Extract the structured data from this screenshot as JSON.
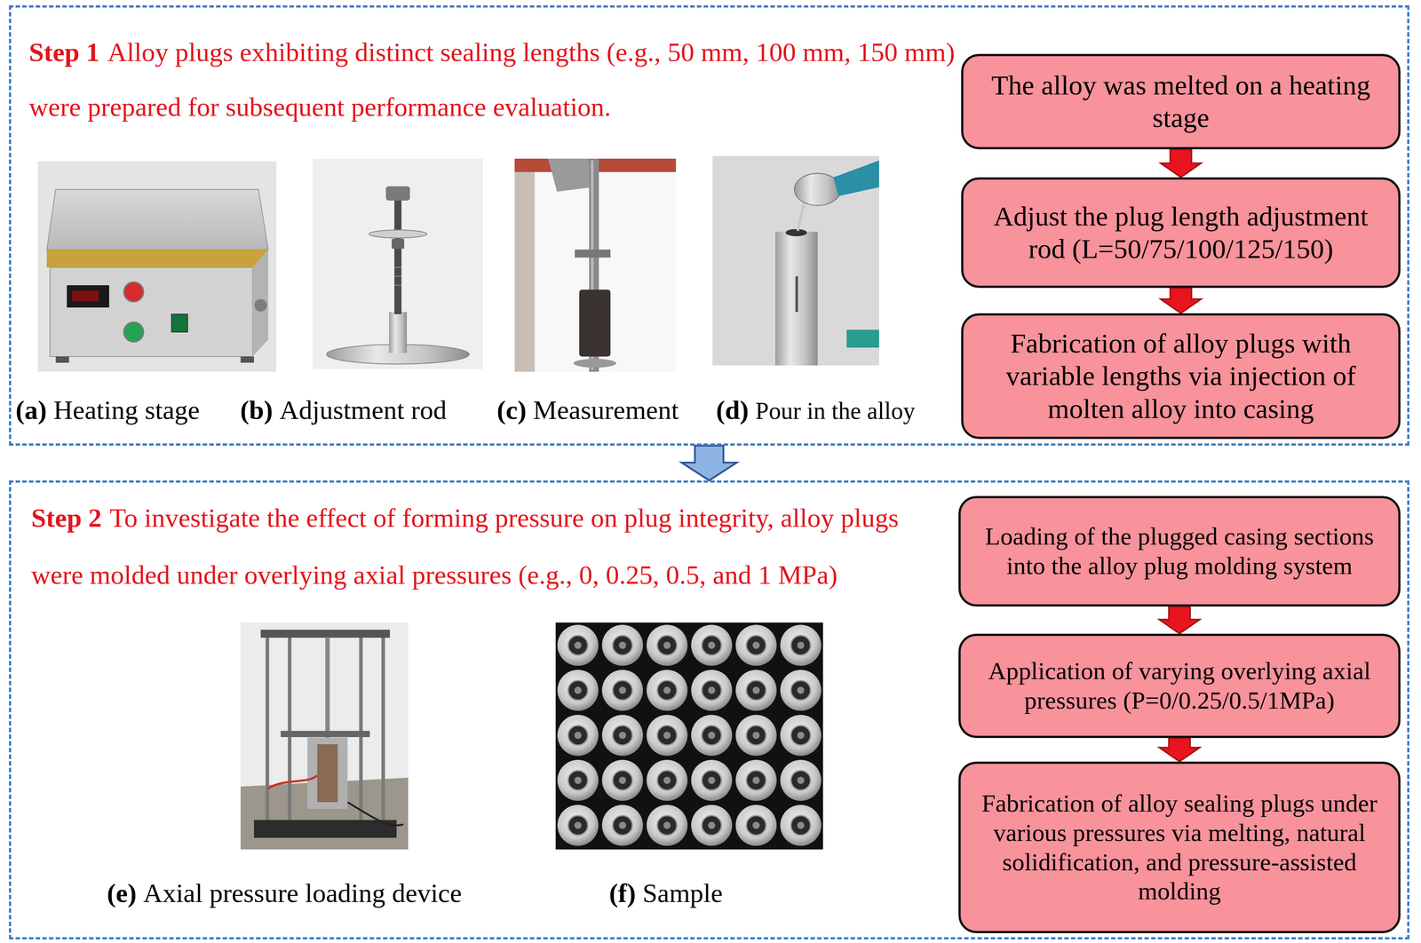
{
  "diagram": {
    "nodes": [
      {
        "text": [
          "Step 1",
          "Alloy plugs exhibiting distinct sealing lengths (e.g., 50 mm, 100 mm, 150 mm) were prepared for subsequent performance evaluation."
        ]
      },
      {
        "text": [
          "The alloy was melted on a heating stage"
        ],
        "in": 0
      },
      {
        "text": [
          "Adjust the plug length adjustment rod (L=50/75/100/125/150)"
        ],
        "in": 0
      },
      {
        "text": [
          "Fabrication of alloy plugs with variable lengths via injection of molten alloy into casing"
        ],
        "in": 0
      },
      {
        "text": [
          "Step 2",
          "To investigate the effect of forming pressure on plug integrity, alloy plugs were molded under overlying axial pressures (e.g., 0, 0.25, 0.5, and 1 MPa)"
        ]
      },
      {
        "text": [
          "Loading of the plugged casing sections into the alloy plug molding system"
        ],
        "in": 4
      },
      {
        "text": [
          "Application of varying overlying axial pressures (P=0/0.25/0.5/1MPa)"
        ],
        "in": 4
      },
      {
        "text": [
          "Fabrication of alloy sealing plugs under various pressures via melting, natural solidification, and pressure-assisted molding"
        ],
        "in": 4
      }
    ],
    "edges": [
      {
        "from": 0,
        "to": 4,
        "arrow": "to"
      },
      {
        "from": 1,
        "to": 2,
        "arrow": "to"
      },
      {
        "from": 2,
        "to": 3,
        "arrow": "to"
      },
      {
        "from": 5,
        "to": 6,
        "arrow": "to"
      },
      {
        "from": 6,
        "to": 7,
        "arrow": "to"
      }
    ],
    "labels": [
      "(a)",
      "Heating stage",
      "(b)",
      "Adjustment rod",
      "(c)",
      "Measurement",
      "(d)",
      "Pour in the alloy",
      "(e)",
      "Axial pressure loading device",
      "(f)",
      "Sample"
    ]
  }
}
